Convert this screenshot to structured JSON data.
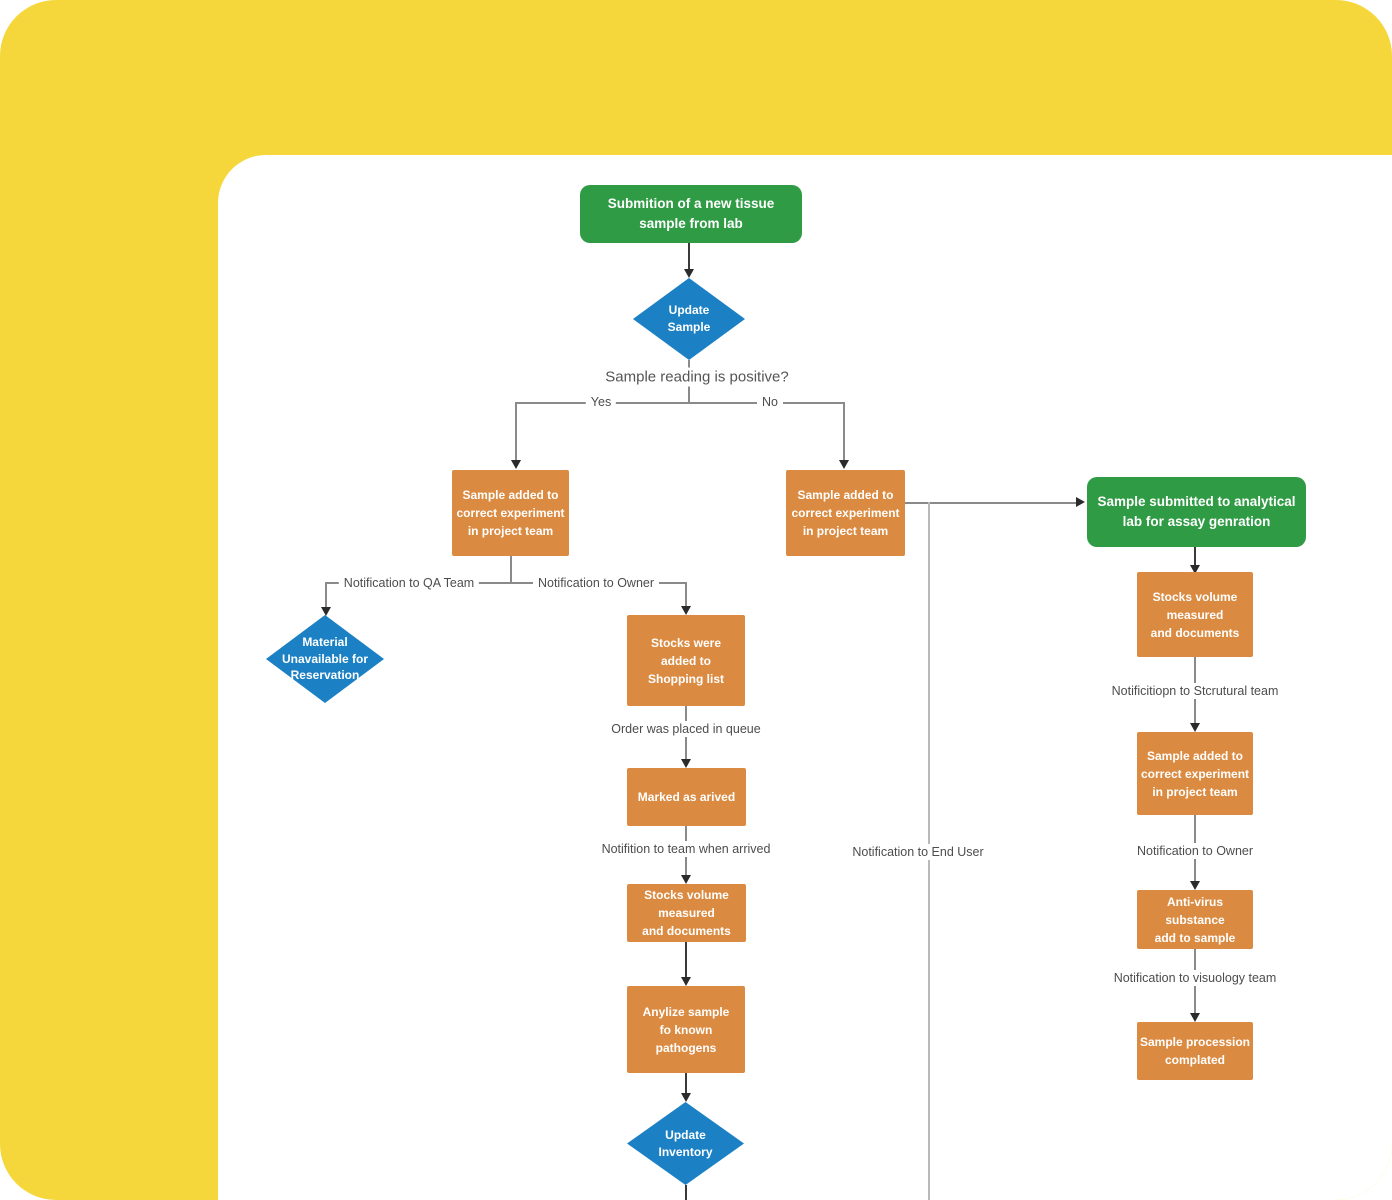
{
  "page": {
    "frame_color": "#F5D73C",
    "canvas_color": "#FFFFFF"
  },
  "colors": {
    "process_green": "#2F9B44",
    "task_orange": "#DB8B41",
    "decision_blue": "#1B80C4",
    "connector_gray": "#8A8A8A",
    "label_text": "#4D4D4D"
  },
  "nodes": {
    "submission": {
      "label": "Submition of a new tissue\nsample from lab",
      "shape": "rounded-rect",
      "color": "#2F9B44"
    },
    "update_sample": {
      "label": "Update\nSample",
      "shape": "diamond",
      "color": "#1B80C4"
    },
    "sample_added_yes": {
      "label": "Sample added to\ncorrect experiment\nin project team",
      "shape": "rect",
      "color": "#DB8B41"
    },
    "sample_added_no": {
      "label": "Sample added to\ncorrect experiment\nin project team",
      "shape": "rect",
      "color": "#DB8B41"
    },
    "material_unavailable": {
      "label": "Material\nUnavailable for\nReservation",
      "shape": "diamond",
      "color": "#1B80C4"
    },
    "stocks_shopping": {
      "label": "Stocks were\nadded to\nShopping list",
      "shape": "rect",
      "color": "#DB8B41"
    },
    "marked_arrived": {
      "label": "Marked as arived",
      "shape": "rect",
      "color": "#DB8B41"
    },
    "stocks_volume_mid": {
      "label": "Stocks volume\nmeasured\nand documents",
      "shape": "rect",
      "color": "#DB8B41"
    },
    "anylize_sample": {
      "label": "Anylize sample\nfo known\npathogens",
      "shape": "rect",
      "color": "#DB8B41"
    },
    "update_inventory": {
      "label": "Update\nInventory",
      "shape": "diamond",
      "color": "#1B80C4"
    },
    "sample_submitted": {
      "label": "Sample submitted to analytical\nlab for assay genration",
      "shape": "rounded-rect",
      "color": "#2F9B44"
    },
    "stocks_volume_right": {
      "label": "Stocks volume\nmeasured\nand documents",
      "shape": "rect",
      "color": "#DB8B41"
    },
    "sample_added_right": {
      "label": "Sample added to\ncorrect experiment\nin project team",
      "shape": "rect",
      "color": "#DB8B41"
    },
    "antivirus": {
      "label": "Anti-virus\nsubstance\nadd to sample",
      "shape": "rect",
      "color": "#DB8B41"
    },
    "sample_procession": {
      "label": "Sample procession\ncomplated",
      "shape": "rect",
      "color": "#DB8B41"
    }
  },
  "edge_labels": {
    "question": "Sample reading is positive?",
    "yes": "Yes",
    "no": "No",
    "qa_team": "Notification to QA Team",
    "owner_mid": "Notification to Owner",
    "order_queue": "Order was placed in queue",
    "team_arrived": "Notifition to team when arrived",
    "end_user": "Notification to End User",
    "structural": "Notificitiopn to Stcrutural team",
    "owner_right": "Notification to Owner",
    "visuology": "Notification to visuology team"
  }
}
